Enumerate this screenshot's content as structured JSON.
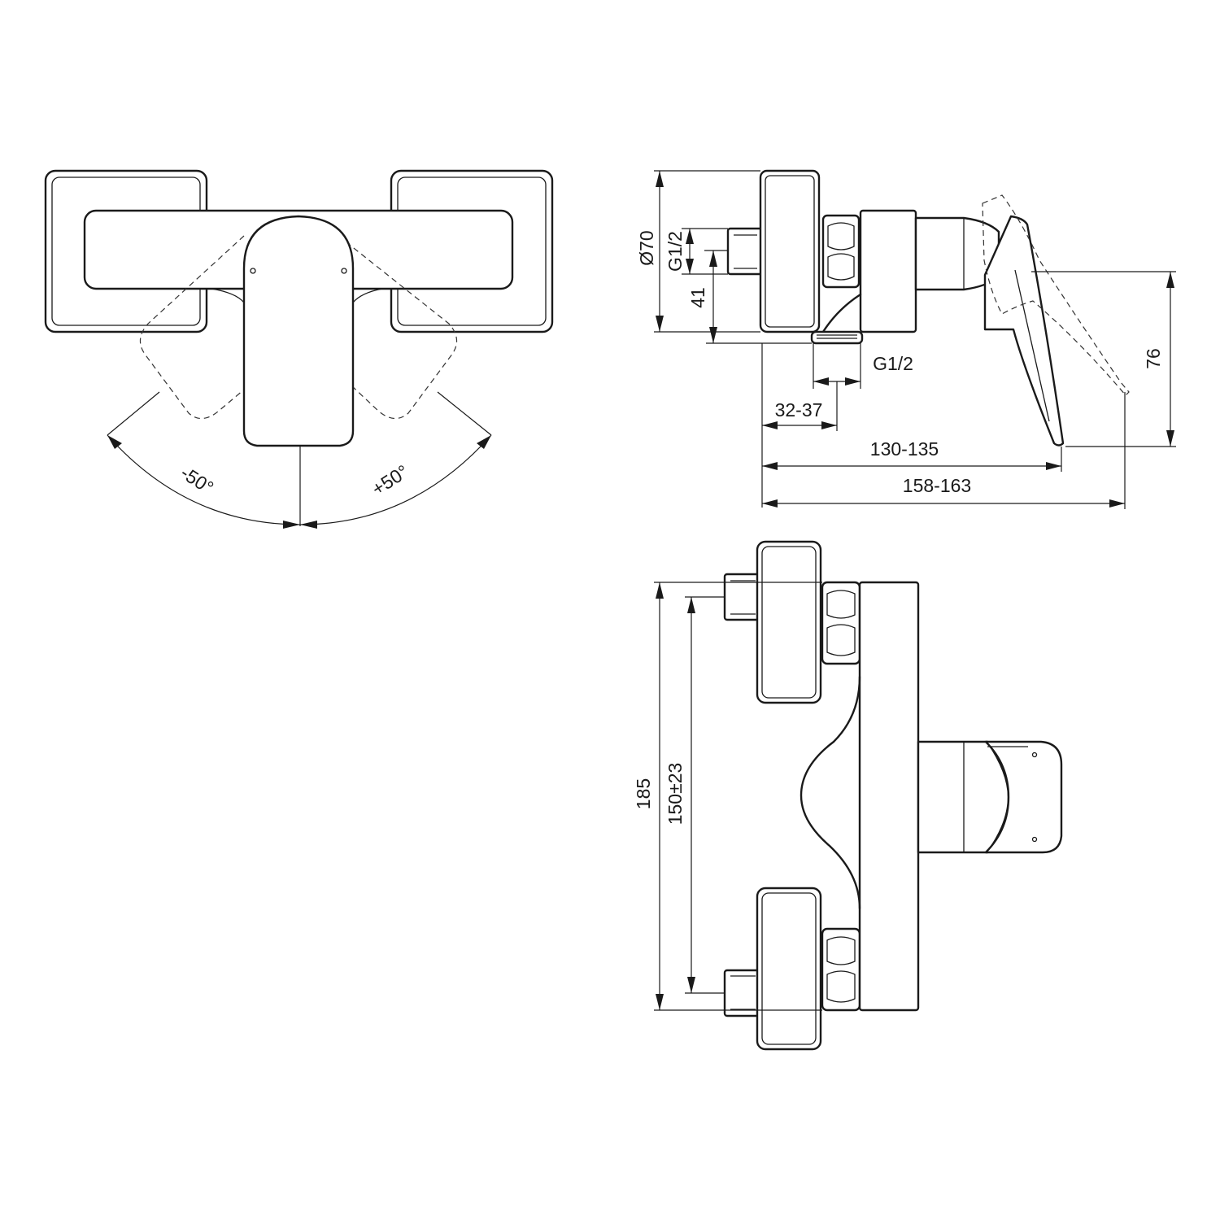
{
  "labels": {
    "angle_left": "-50°",
    "angle_right": "+50°",
    "diameter": "Ø70",
    "thread_inlet": "G1/2",
    "offset_41": "41",
    "thread_outlet": "G1/2",
    "length_32_37": "32-37",
    "length_130_135": "130-135",
    "length_158_163": "158-163",
    "height_76": "76",
    "height_185": "185",
    "spacing_150": "150±23"
  }
}
